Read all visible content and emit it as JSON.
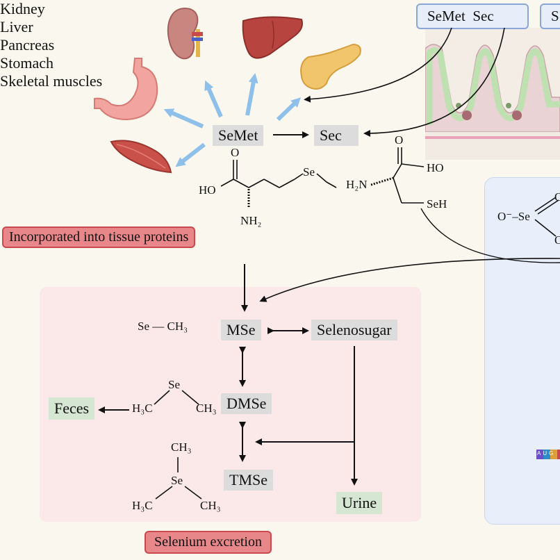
{
  "organs": {
    "kidney": "Kidney",
    "liver": "Liver",
    "pancreas": "Pancreas",
    "stomach": "Stomach",
    "skeletal": "Skeletal muscles"
  },
  "top": {
    "semet_sec": "SeMet  Sec",
    "right_cut": "S"
  },
  "center": {
    "semet": "SeMet",
    "sec": "Sec"
  },
  "semet_structure": {
    "o": "O",
    "ho": "HO",
    "se": "Se",
    "nh2": "NH₂"
  },
  "sec_structure": {
    "o": "O",
    "ho": "HO",
    "h2n": "H₂N",
    "seh": "SeH"
  },
  "selenite": {
    "o_se": "O⁻–Se",
    "o_top": "O",
    "o_bottom": "O"
  },
  "incorporated": "Incorporated into tissue proteins",
  "pathway": {
    "mse": "MSe",
    "selenosugar": "Selenosugar",
    "dmse": "DMSe",
    "tmse": "TMSe",
    "feces": "Feces",
    "urine": "Urine"
  },
  "mse_formula": "Se — CH₃",
  "dmse_structure": {
    "se": "Se",
    "h3c": "H₃C",
    "ch3": "CH₃"
  },
  "tmse_structure": {
    "ch3_top": "CH₃",
    "se": "Se",
    "h3c": "H₃C",
    "ch3": "CH₃"
  },
  "excretion": "Selenium excretion",
  "aug_label": "AUG",
  "colors": {
    "background": "#faf8ee",
    "gray_box": "#dcdcdc",
    "green_box": "#d5e6d2",
    "red_box": "#e7878a",
    "pink_panel": "#fbe9ea",
    "blue_panel": "#e8eefa",
    "blue_arrow": "#8ec0ea"
  }
}
